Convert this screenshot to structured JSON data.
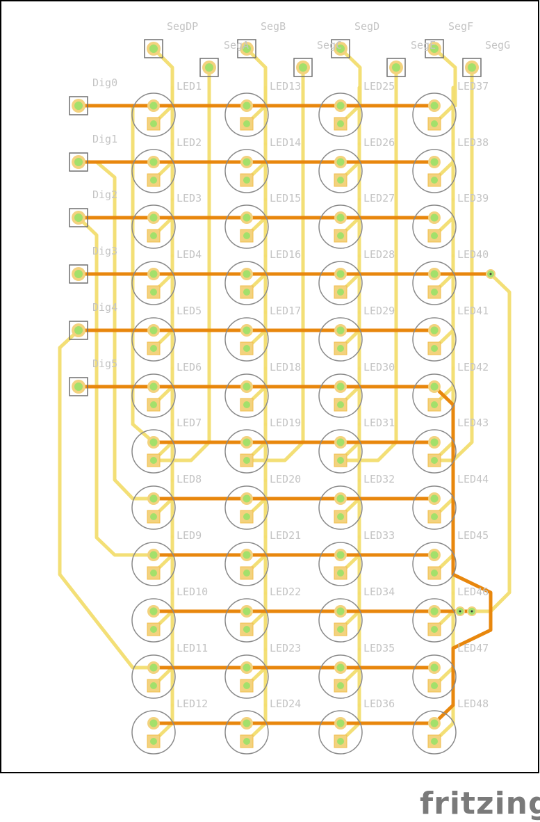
{
  "segment_labels": [
    "SegDP",
    "SegA",
    "SegB",
    "SegC",
    "SegD",
    "SegE",
    "SegF",
    "SegG"
  ],
  "digit_labels": [
    "Dig0",
    "Dig1",
    "Dig2",
    "Dig3",
    "Dig4",
    "Dig5"
  ],
  "led_labels": [
    [
      "LED1",
      "LED13",
      "LED25",
      "LED37"
    ],
    [
      "LED2",
      "LED14",
      "LED26",
      "LED38"
    ],
    [
      "LED3",
      "LED15",
      "LED27",
      "LED39"
    ],
    [
      "LED4",
      "LED16",
      "LED28",
      "LED40"
    ],
    [
      "LED5",
      "LED17",
      "LED29",
      "LED41"
    ],
    [
      "LED6",
      "LED18",
      "LED30",
      "LED42"
    ],
    [
      "LED7",
      "LED19",
      "LED31",
      "LED43"
    ],
    [
      "LED8",
      "LED20",
      "LED32",
      "LED44"
    ],
    [
      "LED9",
      "LED21",
      "LED33",
      "LED45"
    ],
    [
      "LED10",
      "LED22",
      "LED34",
      "LED46"
    ],
    [
      "LED11",
      "LED23",
      "LED35",
      "LED47"
    ],
    [
      "LED12",
      "LED24",
      "LED36",
      "LED48"
    ]
  ],
  "brand": "fritzing",
  "colors": {
    "top_trace": "#e8870d",
    "bottom_trace": "#f2dd6f",
    "pad": "#f3d27e",
    "pad_center": "#a3e06b",
    "label": "#c4c4c4"
  }
}
